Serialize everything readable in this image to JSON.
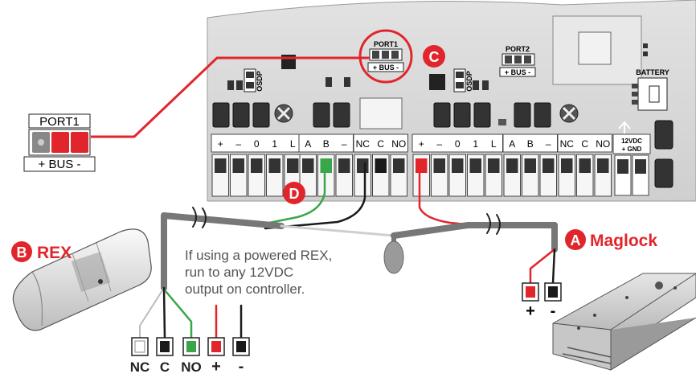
{
  "board": {
    "port1_label": "PORT1",
    "port1_bus": "+ BUS -",
    "port2_label": "PORT2",
    "port2_bus": "+ BUS -",
    "battery_label": "BATTERY",
    "osdp_label": "OSDP",
    "terminal_groups": [
      [
        "+",
        "–",
        "0",
        "1",
        "L"
      ],
      [
        "A",
        "B",
        "–"
      ],
      [
        "NC",
        "C",
        "NO"
      ],
      [
        "+",
        "–",
        "0",
        "1",
        "L"
      ],
      [
        "A",
        "B",
        "–"
      ],
      [
        "NC",
        "C",
        "NO"
      ]
    ],
    "power_label_line1": "12VDC",
    "power_label_line2": "+  GND"
  },
  "callouts": {
    "A": {
      "letter": "A",
      "label": "Maglock"
    },
    "B": {
      "letter": "B",
      "label": "REX"
    },
    "C": {
      "letter": "C"
    },
    "D": {
      "letter": "D"
    }
  },
  "port_inset": {
    "title": "PORT1",
    "bus": "+ BUS -"
  },
  "note": {
    "line1": "If using a powered REX,",
    "line2": "run to any 12VDC",
    "line3": "output on controller."
  },
  "rex_terminals": [
    "NC",
    "C",
    "NO",
    "+",
    "-"
  ],
  "maglock_terminals": [
    "+",
    "-"
  ],
  "colors": {
    "callout_red": "#e0262c",
    "wire_red": "#e0262c",
    "wire_green": "#3aa64a",
    "wire_black": "#1a1a1a",
    "board_gray": "#d9d9d9"
  }
}
